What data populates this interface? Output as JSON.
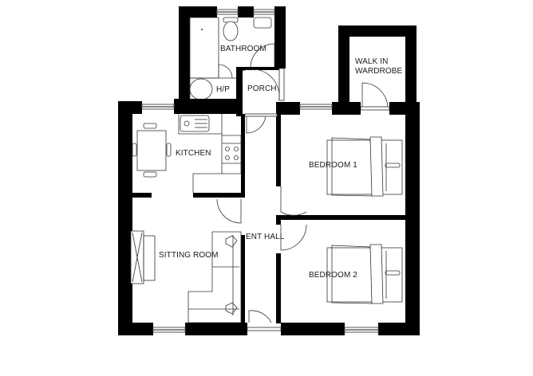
{
  "plan": {
    "type": "floor plan",
    "rooms": [
      {
        "id": "bathroom",
        "label": "BATHROOM"
      },
      {
        "id": "hp",
        "label": "H/P"
      },
      {
        "id": "porch",
        "label": "PORCH"
      },
      {
        "id": "walk_in_wardrobe",
        "label_line1": "WALK IN",
        "label_line2": "WARDROBE"
      },
      {
        "id": "kitchen",
        "label": "KITCHEN"
      },
      {
        "id": "sitting_room",
        "label": "SITTING ROOM"
      },
      {
        "id": "ent_hall",
        "label": "ENT HALL"
      },
      {
        "id": "bedroom1",
        "label": "BEDROOM 1"
      },
      {
        "id": "bedroom2",
        "label": "BEDROOM 2"
      }
    ],
    "colors": {
      "wall": "#000000",
      "background": "#ffffff",
      "fixture_line": "#333333",
      "text": "#1a1a1a"
    }
  }
}
